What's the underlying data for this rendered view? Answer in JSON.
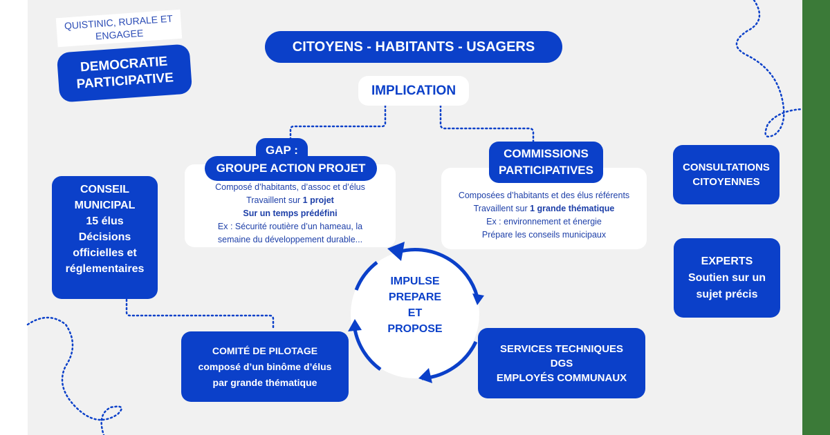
{
  "brand": {
    "subtitle": "QUISTINIC, RURALE ET ENGAGEE",
    "title_line1": "DEMOCRATIE",
    "title_line2": "PARTICIPATIVE"
  },
  "header": {
    "title": "CITOYENS - HABITANTS - USAGERS",
    "implication": "IMPLICATION"
  },
  "gap": {
    "title1": "GAP :",
    "title2": "GROUPE ACTION PROJET",
    "lines": [
      "Composé d’habitants, d’assoc et d’élus",
      "Travaillent sur ",
      "1 projet",
      "Sur un temps prédéfini",
      "Ex : Sécurité routière d’un hameau,  la",
      "semaine du développement durable..."
    ]
  },
  "commissions": {
    "title1": "COMMISSIONS",
    "title2": "PARTICIPATIVES",
    "lines": [
      "Composées d’habitants et des élus référents",
      "Travaillent sur ",
      "1 grande thématique",
      "Ex : environnement et énergie",
      "Prépare les conseils municipaux"
    ]
  },
  "consultations": {
    "line1": "CONSULTATIONS",
    "line2": "CITOYENNES"
  },
  "experts": {
    "line1": "EXPERTS",
    "line2": "Soutien sur un",
    "line3": "sujet précis"
  },
  "conseil": {
    "lines": [
      "CONSEIL",
      "MUNICIPAL",
      "15 élus",
      "Décisions",
      "officielles et",
      "réglementaires"
    ]
  },
  "cycle": {
    "lines": [
      "IMPULSE",
      "PREPARE",
      "ET",
      "PROPOSE"
    ]
  },
  "comite": {
    "line1": "COMITÉ DE PILOTAGE",
    "line2": "composé d’un binôme d’élus",
    "line3": "par grande thématique"
  },
  "services": {
    "line1": "SERVICES TECHNIQUES",
    "line2": "DGS",
    "line3": "EMPLOYÉS COMMUNAUX"
  },
  "colors": {
    "blue": "#0b40c9",
    "background": "#f1f1f1",
    "frame": "#3b7a38"
  }
}
